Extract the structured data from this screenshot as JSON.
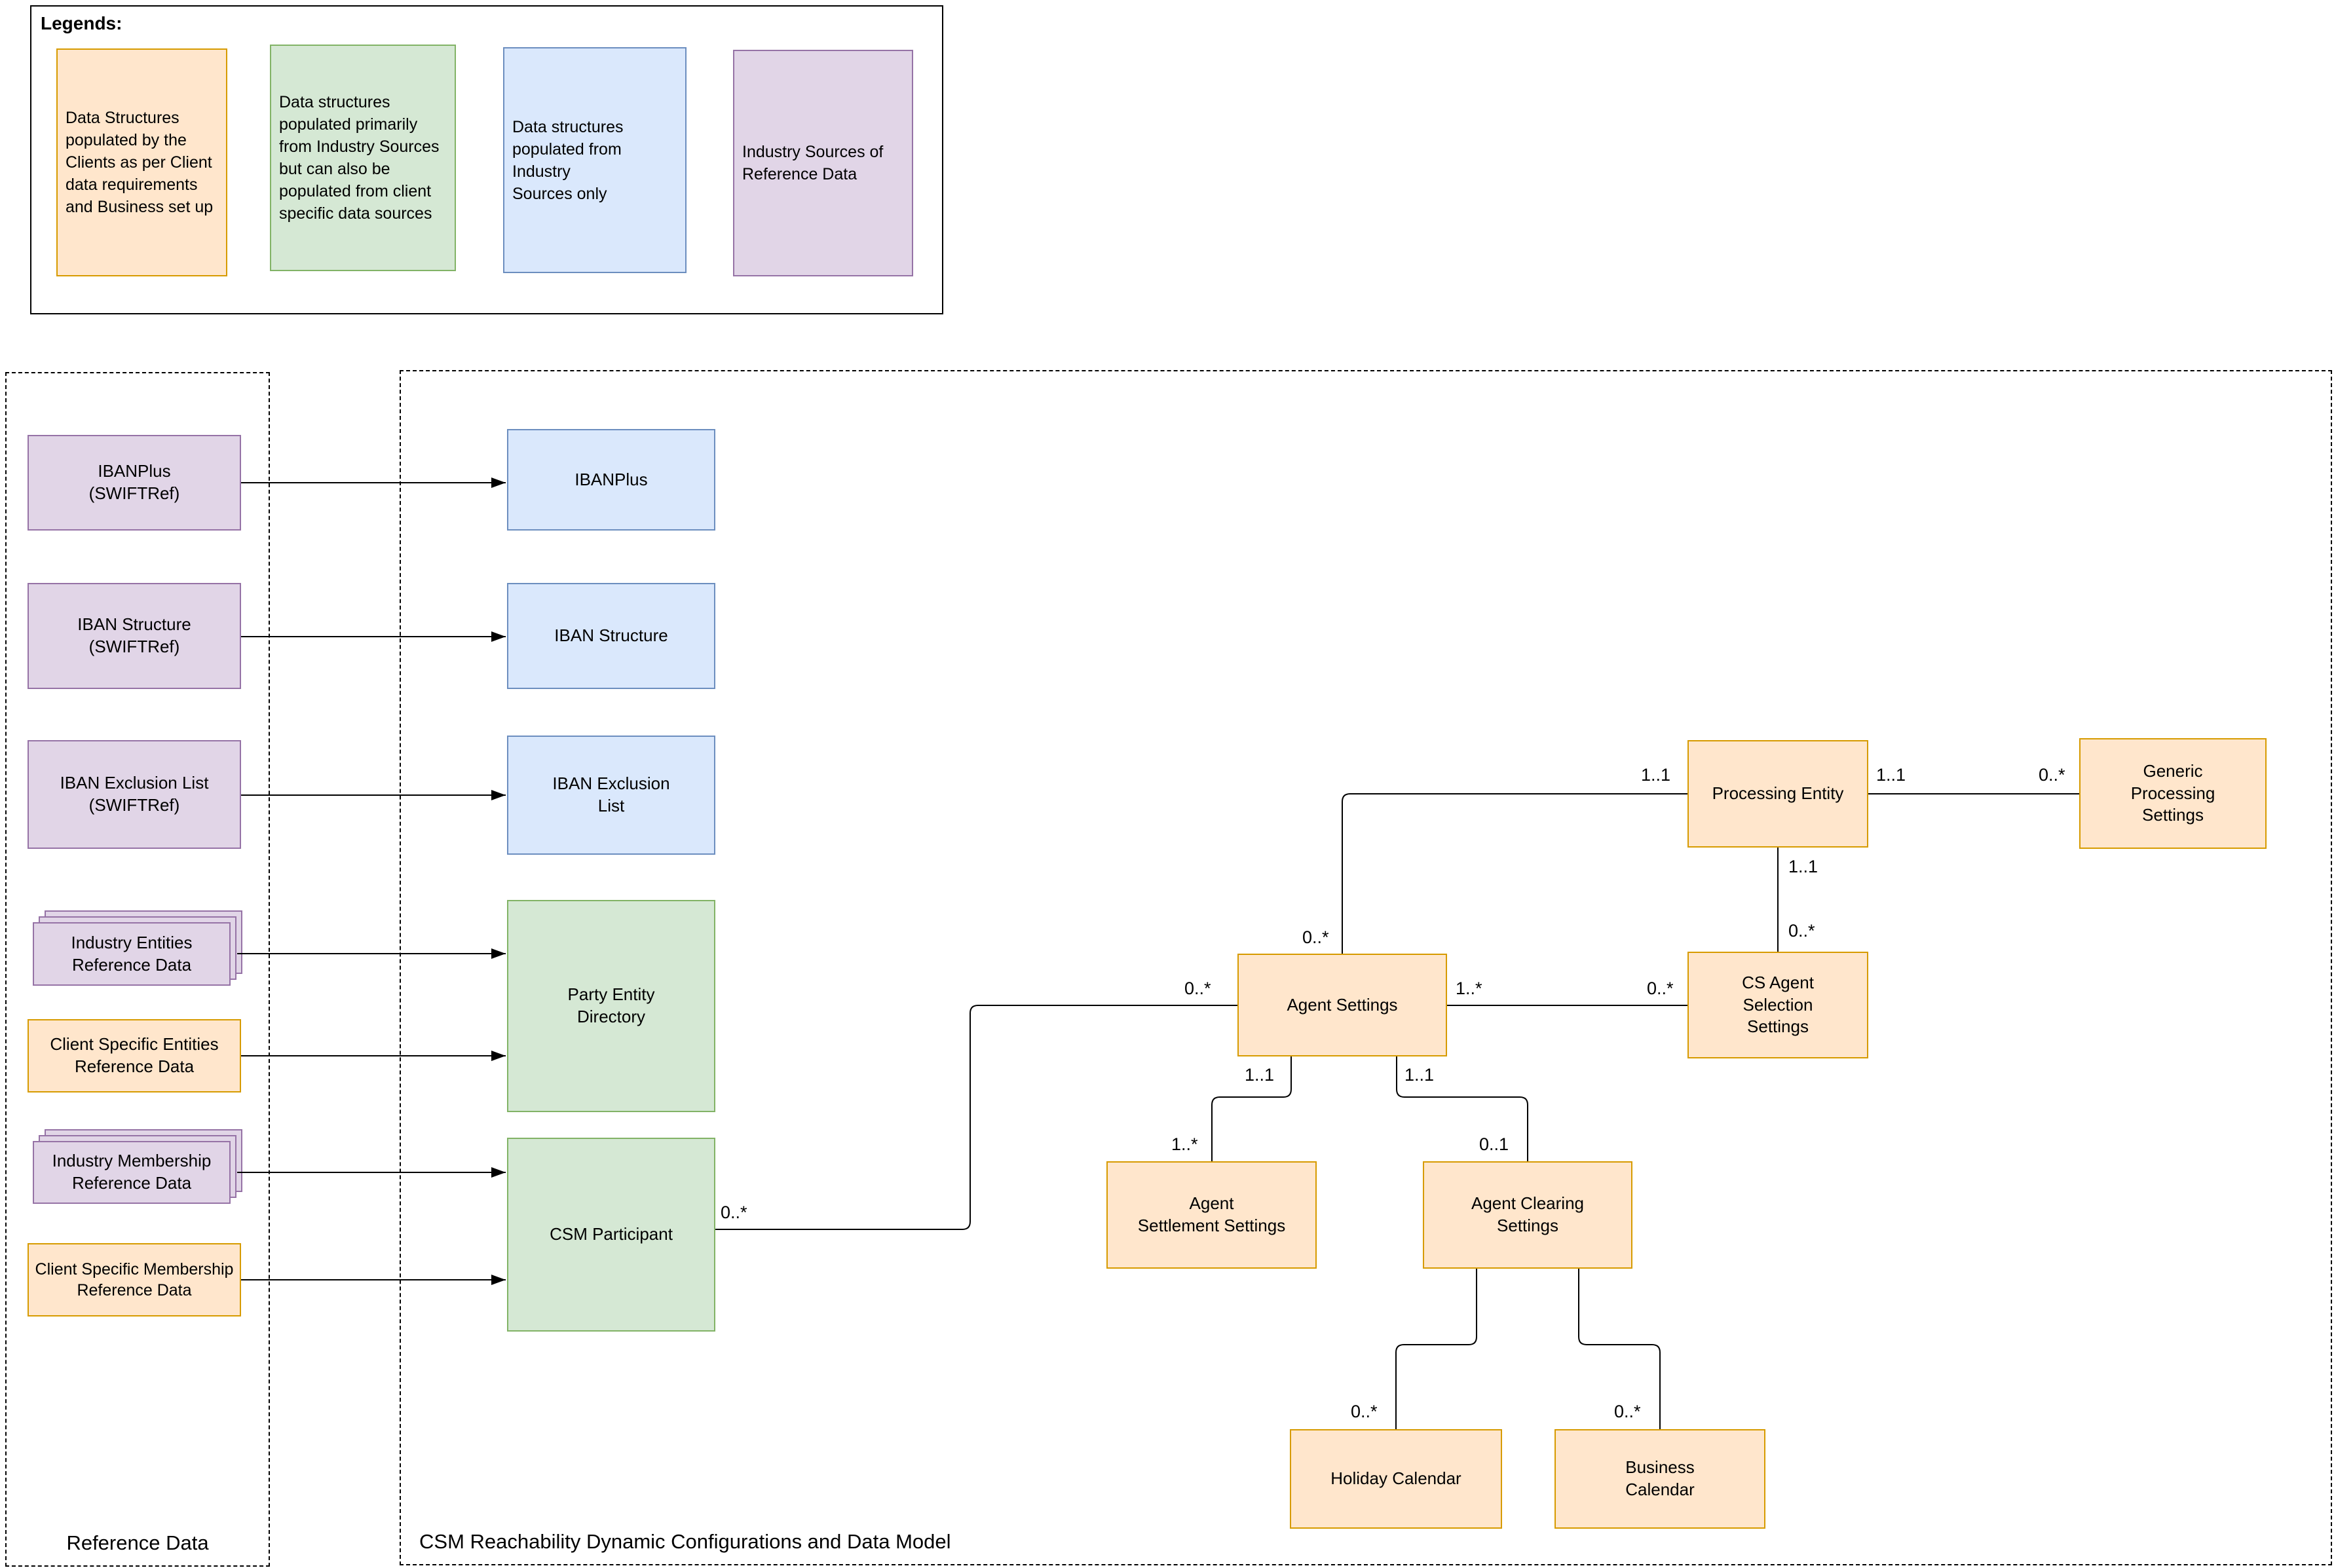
{
  "colors": {
    "client_fill": "#FFE6CC",
    "client_stroke": "#D79B00",
    "industry_primary_fill": "#D5E8D4",
    "industry_primary_stroke": "#82B366",
    "industry_only_fill": "#DAE8FC",
    "industry_only_stroke": "#6C8EBF",
    "industry_source_fill": "#E1D5E7",
    "industry_source_stroke": "#9673A6",
    "connector": "#000000"
  },
  "legend": {
    "title": "Legends:",
    "items": [
      {
        "key": "client-populated",
        "text": "Data Structures\npopulated by the\nClients as per Client\ndata requirements\nand Business set up"
      },
      {
        "key": "industry-primary",
        "text": "Data structures\npopulated primarily\nfrom Industry Sources\nbut can also be\npopulated from client\nspecific data sources"
      },
      {
        "key": "industry-only",
        "text": "Data structures\npopulated from Industry\nSources only"
      },
      {
        "key": "industry-sources",
        "text": "Industry Sources of\nReference Data"
      }
    ]
  },
  "reference_panel": {
    "label": "Reference Data",
    "boxes": {
      "ibanplus": {
        "label": "IBANPlus\n(SWIFTRef)"
      },
      "iban_structure": {
        "label": "IBAN Structure\n(SWIFTRef)"
      },
      "iban_exclusion": {
        "label": "IBAN Exclusion List\n(SWIFTRef)"
      },
      "industry_entities": {
        "label": "Industry Entities\nReference Data"
      },
      "client_entities": {
        "label": "Client Specific Entities\nReference Data"
      },
      "industry_membership": {
        "label": "Industry Membership\nReference Data"
      },
      "client_membership": {
        "label": "Client Specific Membership\nReference Data"
      }
    }
  },
  "model_panel": {
    "label": "CSM Reachability Dynamic Configurations and Data Model",
    "nodes": {
      "ibanplus": {
        "label": "IBANPlus"
      },
      "iban_structure": {
        "label": "IBAN Structure"
      },
      "iban_exclusion": {
        "label": "IBAN Exclusion\nList"
      },
      "party_entity_directory": {
        "label": "Party Entity\nDirectory"
      },
      "csm_participant": {
        "label": "CSM Participant"
      },
      "processing_entity": {
        "label": "Processing Entity"
      },
      "generic_processing_settings": {
        "label": "Generic\nProcessing\nSettings"
      },
      "agent_settings": {
        "label": "Agent Settings"
      },
      "cs_agent_selection_settings": {
        "label": "CS Agent\nSelection\nSettings"
      },
      "agent_settlement_settings": {
        "label": "Agent\nSettlement Settings"
      },
      "agent_clearing_settings": {
        "label": "Agent Clearing\nSettings"
      },
      "holiday_calendar": {
        "label": "Holiday Calendar"
      },
      "business_calendar": {
        "label": "Business\nCalendar"
      }
    },
    "cardinalities": {
      "csm_to_agent": {
        "from": "0..*",
        "to": "0..*"
      },
      "agent_to_processing": {
        "from": "0..*",
        "to": "1..1"
      },
      "processing_to_generic": {
        "from": "1..1",
        "to": "0..*"
      },
      "processing_to_cs_agent": {
        "from": "1..1",
        "to": "0..*"
      },
      "agent_to_cs_agent": {
        "from": "1..*",
        "to": "0..*"
      },
      "agent_to_settlement": {
        "from": "1..1",
        "to": "1..*"
      },
      "agent_to_clearing": {
        "from": "1..1",
        "to": "0..1"
      },
      "clearing_to_holiday": {
        "to": "0..*"
      },
      "clearing_to_business": {
        "to": "0..*"
      }
    }
  }
}
